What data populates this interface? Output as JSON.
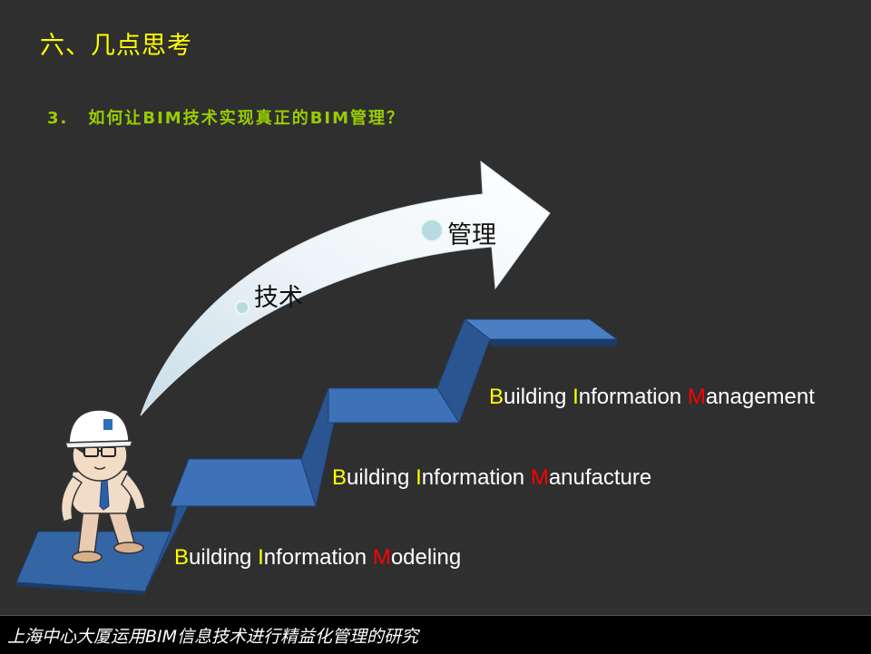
{
  "slide": {
    "title": "六、几点思考",
    "subtitle_number": "3.",
    "subtitle_text": "如何让BIM技术实现真正的BIM管理？"
  },
  "arrow": {
    "label_tech": "技术",
    "label_mgmt": "管理"
  },
  "steps": [
    {
      "b": "B",
      "uilding": "uilding ",
      "i": "I",
      "nformation": "nformation ",
      "m": "M",
      "rest": "anagement"
    },
    {
      "b": "B",
      "uilding": "uilding ",
      "i": "I",
      "nformation": "nformation ",
      "m": "M",
      "rest": "anufacture"
    },
    {
      "b": "B",
      "uilding": "uilding ",
      "i": "I",
      "nformation": "nformation ",
      "m": "M",
      "rest": "odeling"
    }
  ],
  "footer": {
    "text": "上海中心大厦运用BIM信息技术进行精益化管理的研究"
  },
  "colors": {
    "background": "#2f2f2f",
    "title": "#ffff00",
    "subtitle": "#99cc00",
    "stairs": "#3f6fb0",
    "highlight_letter": "#ffff00",
    "m_letter": "#ff0000"
  }
}
